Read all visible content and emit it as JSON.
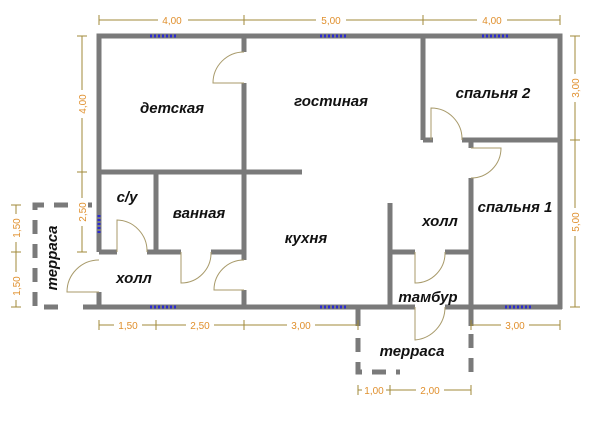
{
  "rooms": {
    "detskaya": "детская",
    "gostinaya": "гостиная",
    "spalnya2": "спальня 2",
    "spalnya1": "спальня 1",
    "su": "с/у",
    "vannaya": "ванная",
    "kuhnya": "кухня",
    "holl_right": "холл",
    "holl_left": "холл",
    "tambur": "тамбур",
    "terrasa_front": "терраса",
    "terrasa_side": "терраса"
  },
  "dimensions": {
    "top": [
      "4,00",
      "5,00",
      "4,00"
    ],
    "left": [
      "4,00",
      "2,50"
    ],
    "side_terrace": [
      "1,50",
      "1,50"
    ],
    "right": [
      "3,00",
      "5,00"
    ],
    "bottom": [
      "1,50",
      "2,50",
      "3,00",
      "3,00"
    ],
    "front_terrace": [
      "1,00",
      "2,00"
    ]
  },
  "colors": {
    "wall": "#7a7a7a",
    "window": "#2b2bd0",
    "dimension_text": "#e0902e"
  }
}
